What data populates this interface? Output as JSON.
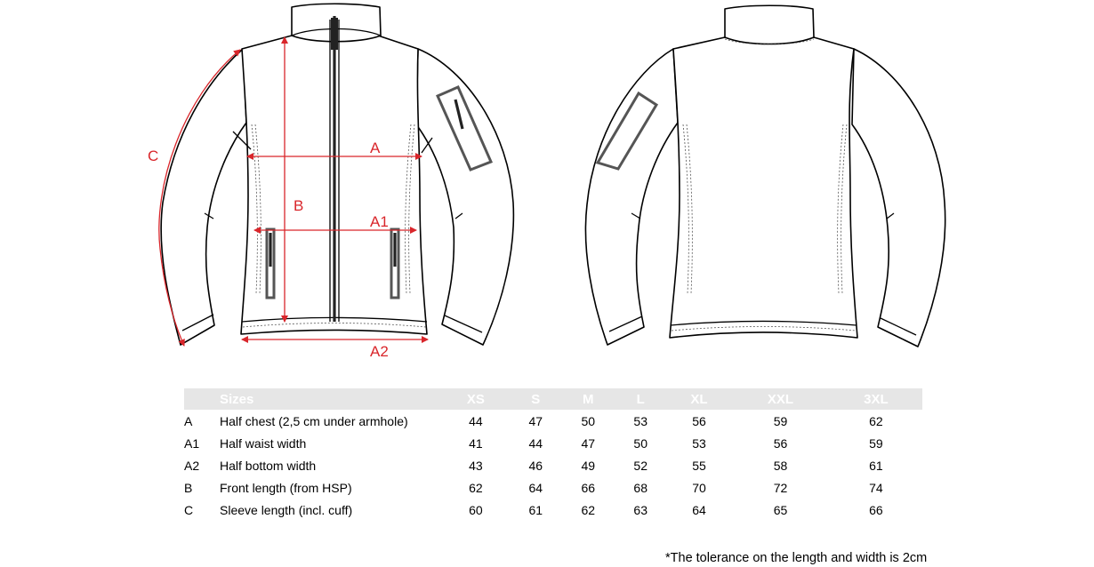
{
  "figure": {
    "dimension_labels": {
      "A": "A",
      "A1": "A1",
      "A2": "A2",
      "B": "B",
      "C": "C"
    },
    "accent_color": "#d9262b"
  },
  "table": {
    "header_label": "Sizes",
    "sizes": [
      "XS",
      "S",
      "M",
      "L",
      "XL",
      "XXL",
      "3XL"
    ],
    "header_bg": "#e6e6e6",
    "rows": [
      {
        "code": "A",
        "name": "Half chest (2,5 cm under armhole)",
        "values": [
          "44",
          "47",
          "50",
          "53",
          "56",
          "59",
          "62"
        ]
      },
      {
        "code": "A1",
        "name": "Half waist width",
        "values": [
          "41",
          "44",
          "47",
          "50",
          "53",
          "56",
          "59"
        ]
      },
      {
        "code": "A2",
        "name": "Half bottom width",
        "values": [
          "43",
          "46",
          "49",
          "52",
          "55",
          "58",
          "61"
        ]
      },
      {
        "code": "B",
        "name": "Front length (from HSP)",
        "values": [
          "62",
          "64",
          "66",
          "68",
          "70",
          "72",
          "74"
        ]
      },
      {
        "code": "C",
        "name": "Sleeve length (incl. cuff)",
        "values": [
          "60",
          "61",
          "62",
          "63",
          "64",
          "65",
          "66"
        ]
      }
    ]
  },
  "footnote": "*The tolerance on the length and width is 2cm"
}
